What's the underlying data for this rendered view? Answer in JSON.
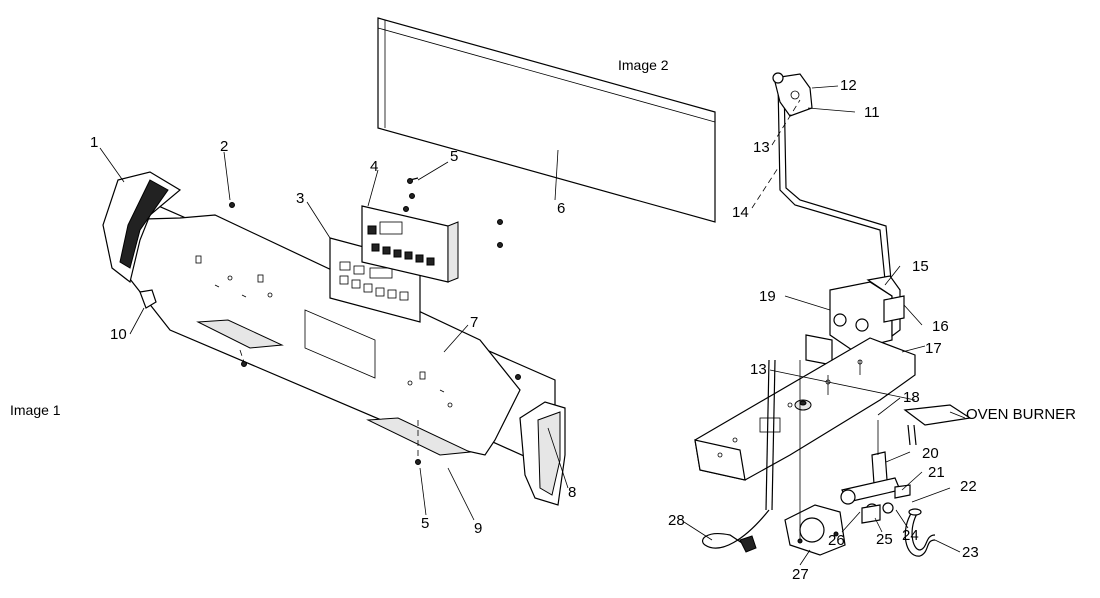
{
  "diagram": {
    "image1_title": "Image 1",
    "image2_title": "Image 2",
    "oven_burner_label": "OVEN BURNER"
  },
  "callouts": {
    "c1": "1",
    "c2": "2",
    "c3": "3",
    "c4": "4",
    "c5a": "5",
    "c5b": "5",
    "c6": "6",
    "c7": "7",
    "c8": "8",
    "c9": "9",
    "c10": "10",
    "c11": "11",
    "c12": "12",
    "c13a": "13",
    "c13b": "13",
    "c14": "14",
    "c15": "15",
    "c16": "16",
    "c17": "17",
    "c18": "18",
    "c19": "19",
    "c20": "20",
    "c21": "21",
    "c22": "22",
    "c23": "23",
    "c24": "24",
    "c25": "25",
    "c26": "26",
    "c27": "27",
    "c28": "28"
  }
}
